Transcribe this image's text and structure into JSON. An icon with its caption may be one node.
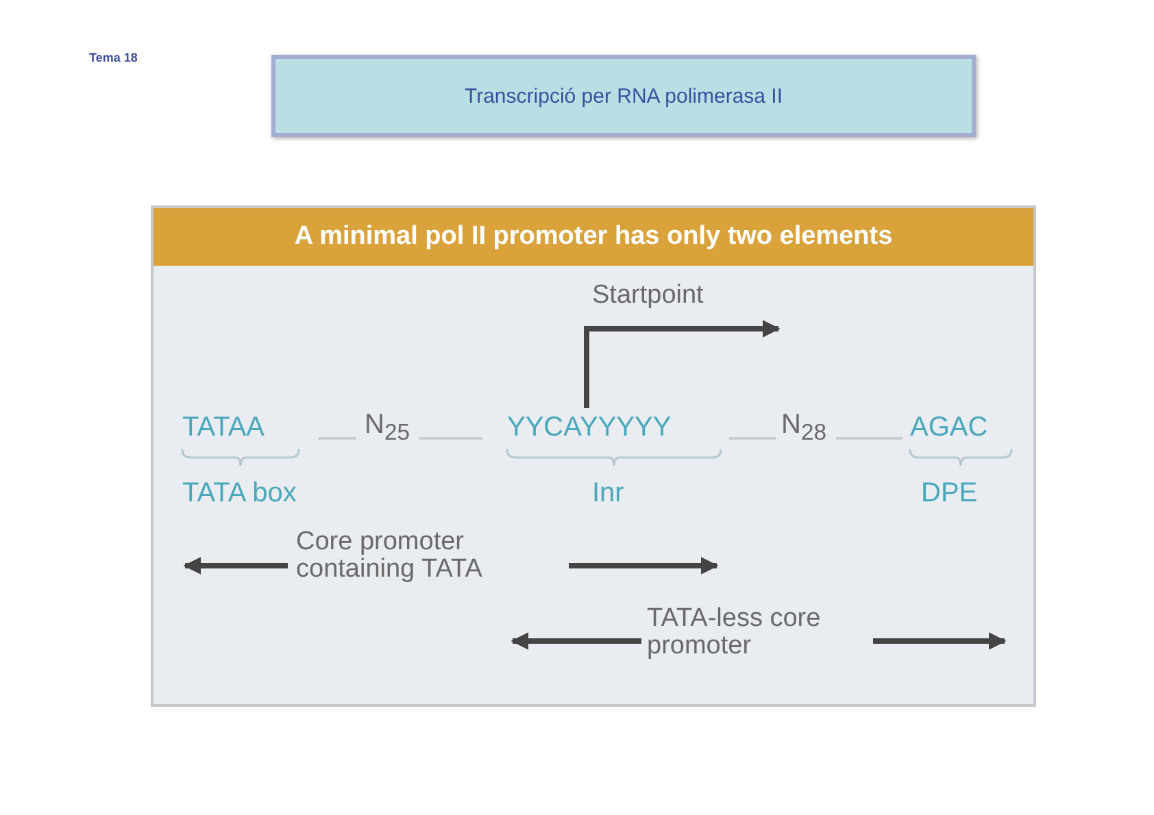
{
  "diagram": {
    "nodes": [
      {
        "text": [
          "Transcripció per RNA polimerasa II"
        ]
      },
      {
        "text": [
          "A minimal pol II promoter has only two elements"
        ]
      }
    ],
    "edges": [],
    "labels": [
      "Tema 18",
      "Startpoint",
      "TATAA",
      "N$_{25}$",
      "YYCAYYYYY",
      "N$_{28}$",
      "AGAC",
      "TATA box",
      "Inr",
      "DPE",
      "Core promoter containing TATA",
      "TATA-less core promoter"
    ]
  }
}
